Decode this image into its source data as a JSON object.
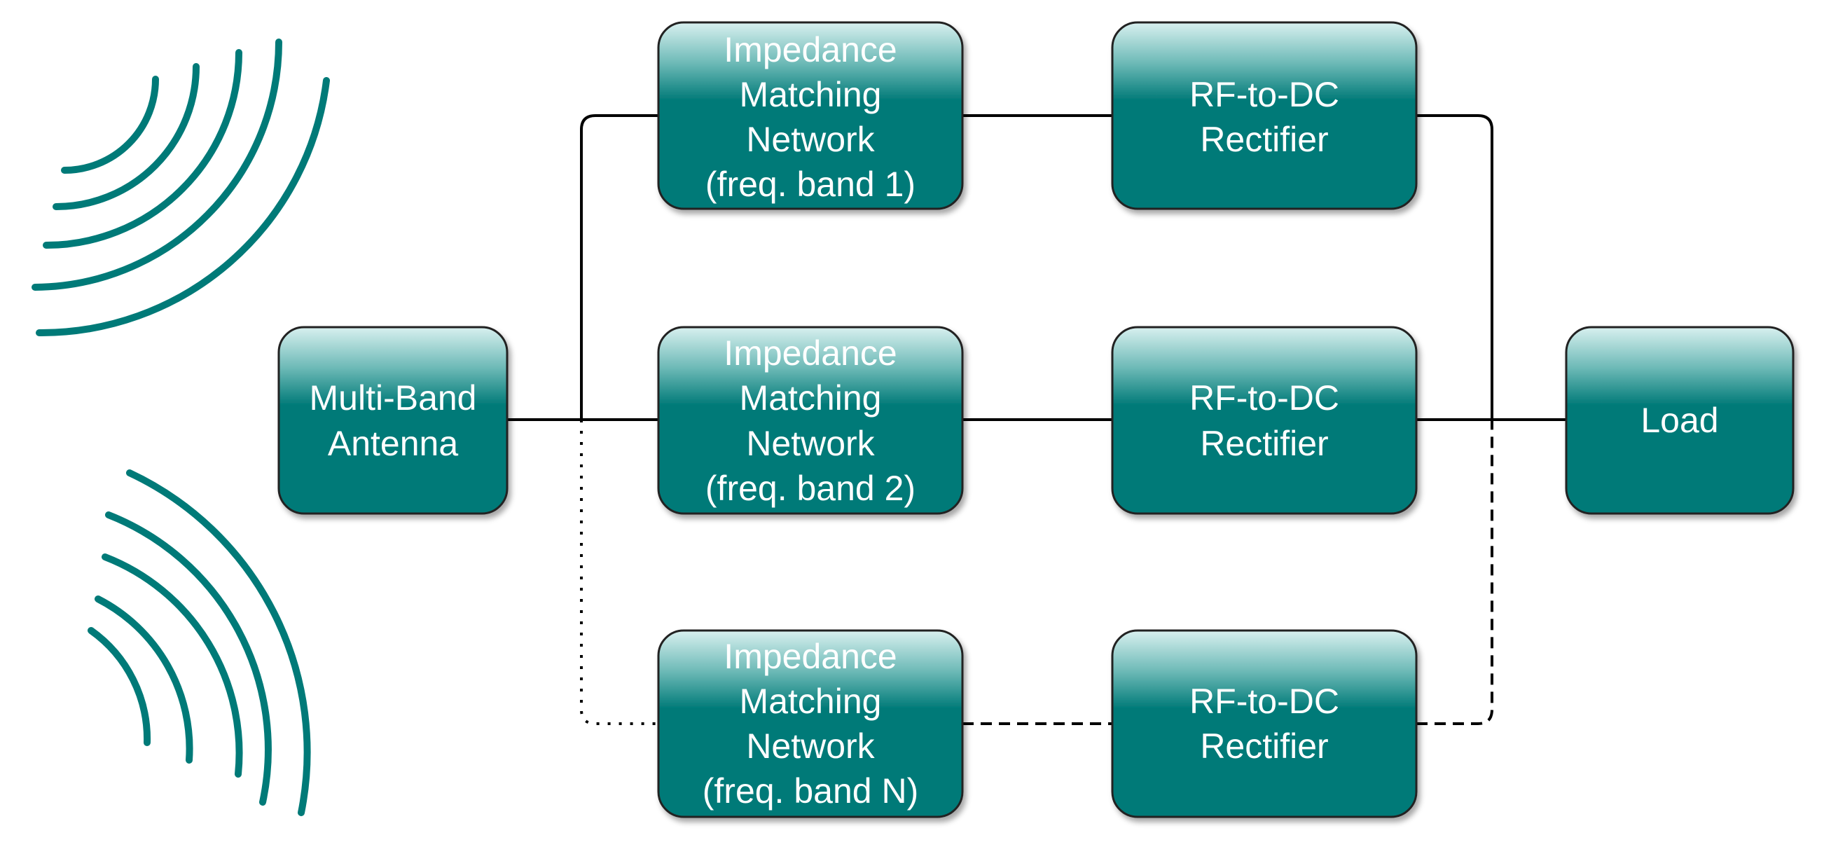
{
  "colors": {
    "block_fill": "#007a78",
    "block_highlight": "#cfeceb",
    "block_border": "#222222",
    "wave": "#007a78",
    "wire": "#000000"
  },
  "antenna": {
    "lines": [
      "Multi-Band",
      "Antenna"
    ]
  },
  "branches": [
    {
      "matching": {
        "lines": [
          "Impedance",
          "Matching",
          "Network",
          "(freq. band 1)"
        ]
      },
      "rectifier": {
        "lines": [
          "RF-to-DC",
          "Rectifier"
        ]
      },
      "line_style": "solid"
    },
    {
      "matching": {
        "lines": [
          "Impedance",
          "Matching",
          "Network",
          "(freq. band 2)"
        ]
      },
      "rectifier": {
        "lines": [
          "RF-to-DC",
          "Rectifier"
        ]
      },
      "line_style": "solid"
    },
    {
      "matching": {
        "lines": [
          "Impedance",
          "Matching",
          "Network",
          "(freq. band N)"
        ]
      },
      "rectifier": {
        "lines": [
          "RF-to-DC",
          "Rectifier"
        ]
      },
      "line_style": "dotted-dashed"
    }
  ],
  "load": {
    "lines": [
      "Load"
    ]
  },
  "icons": [
    "rf-waves-top-icon",
    "rf-waves-bottom-icon"
  ]
}
